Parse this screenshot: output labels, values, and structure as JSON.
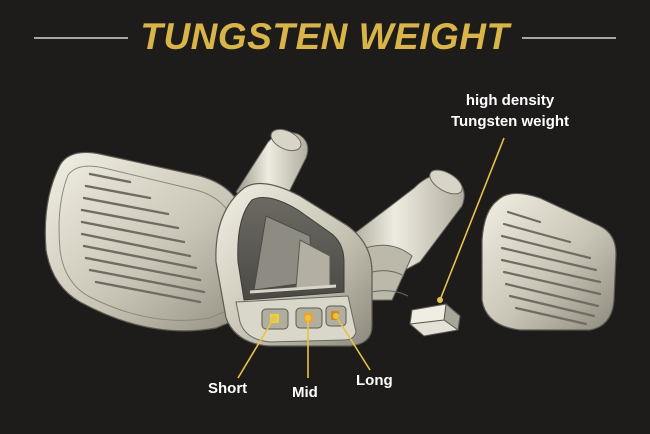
{
  "title": "TUNGSTEN WEIGHT",
  "colors": {
    "background": "#1e1c1b",
    "title": "#d8b449",
    "rule": "#d6d3cc",
    "leader": "#e8c24a",
    "weight_short": "#e7d43a",
    "weight_mid": "#f0a12c",
    "weight_long": "#d68a1c"
  },
  "callout": {
    "line1": "high density",
    "line2": "Tungsten weight"
  },
  "positions": {
    "short": "Short",
    "mid": "Mid",
    "long": "Long"
  }
}
